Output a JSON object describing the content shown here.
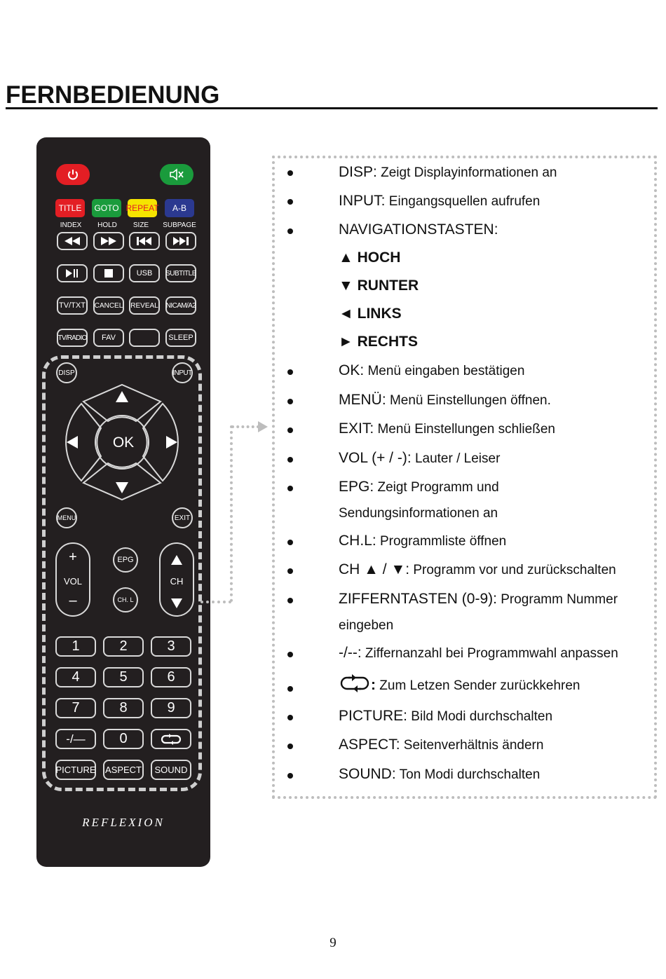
{
  "page": {
    "title": "FERNBEDIENUNG",
    "page_number": "9"
  },
  "remote": {
    "logo": "REFLEXION",
    "color_buttons": [
      "TITLE",
      "GOTO",
      "REPEAT",
      "A-B"
    ],
    "sub_labels": [
      "INDEX",
      "HOLD",
      "SIZE",
      "SUBPAGE"
    ],
    "row_usb": "USB",
    "row_subtitle": "SUBTITLE",
    "row3": [
      "TV/TXT",
      "CANCEL",
      "REVEAL",
      "NICAM/A2"
    ],
    "row4": [
      "TV/RADIO",
      "FAV",
      "",
      "SLEEP"
    ],
    "disp": "DISP",
    "input": "INPUT",
    "ok": "OK",
    "menu": "MENU",
    "exit": "EXIT",
    "vol_plus": "+",
    "vol": "VOL",
    "vol_minus": "–",
    "epg": "EPG",
    "chl": "CH. L",
    "ch": "CH",
    "digits": [
      "1",
      "2",
      "3",
      "4",
      "5",
      "6",
      "7",
      "8",
      "9"
    ],
    "dash": "-/—",
    "zero": "0",
    "bottom": [
      "PICTURE",
      "ASPECT",
      "SOUND"
    ],
    "colors": {
      "body": "#231f20",
      "red": "#e31e24",
      "green": "#1a9b3c",
      "yellow": "#f5e400",
      "blue": "#2b3990"
    }
  },
  "list": [
    {
      "key": "DISP:",
      "text": " Zeigt Displayinformationen an"
    },
    {
      "key": "INPUT:",
      "text": " Eingangsquellen aufrufen"
    },
    {
      "key": "NAVIGATIONSTASTEN:",
      "text": ""
    },
    {
      "key": "▲ HOCH",
      "text": ""
    },
    {
      "key": "▼ RUNTER",
      "text": ""
    },
    {
      "key": "◄ LINKS",
      "text": ""
    },
    {
      "key": "► RECHTS",
      "text": ""
    },
    {
      "key": "OK:",
      "text": " Menü eingaben bestätigen"
    },
    {
      "key": "MENÜ:",
      "text": " Menü Einstellungen öffnen."
    },
    {
      "key": "EXIT:",
      "text": " Menü Einstellungen schließen"
    },
    {
      "key": "VOL (+ / -):",
      "text": " Lauter / Leiser"
    },
    {
      "key": "EPG:",
      "text": " Zeigt Programm und"
    },
    {
      "key": "",
      "text": "Sendungsinformationen an"
    },
    {
      "key": "CH.L:",
      "text": " Programmliste öffnen"
    },
    {
      "key": "CH ▲ / ▼:",
      "text": " Programm vor und zurückschalten"
    },
    {
      "key": "ZIFFERNTASTEN (0-9):",
      "text": " Programm Nummer"
    },
    {
      "key": "",
      "text": "eingeben"
    },
    {
      "key": "-/--:",
      "text": " Ziffernanzahl bei Programmwahl anpassen"
    },
    {
      "key": ":",
      "text": " Zum Letzen Sender zurückkehren"
    },
    {
      "key": "PICTURE:",
      "text": " Bild Modi durchschalten"
    },
    {
      "key": "ASPECT:",
      "text": " Seitenverhältnis ändern"
    },
    {
      "key": "SOUND:",
      "text": " Ton Modi durchschalten"
    }
  ],
  "icons": [
    "power-icon",
    "mute-icon",
    "rewind-icon",
    "fast-forward-icon",
    "previous-icon",
    "next-icon",
    "play-pause-icon",
    "stop-icon",
    "return-icon"
  ]
}
